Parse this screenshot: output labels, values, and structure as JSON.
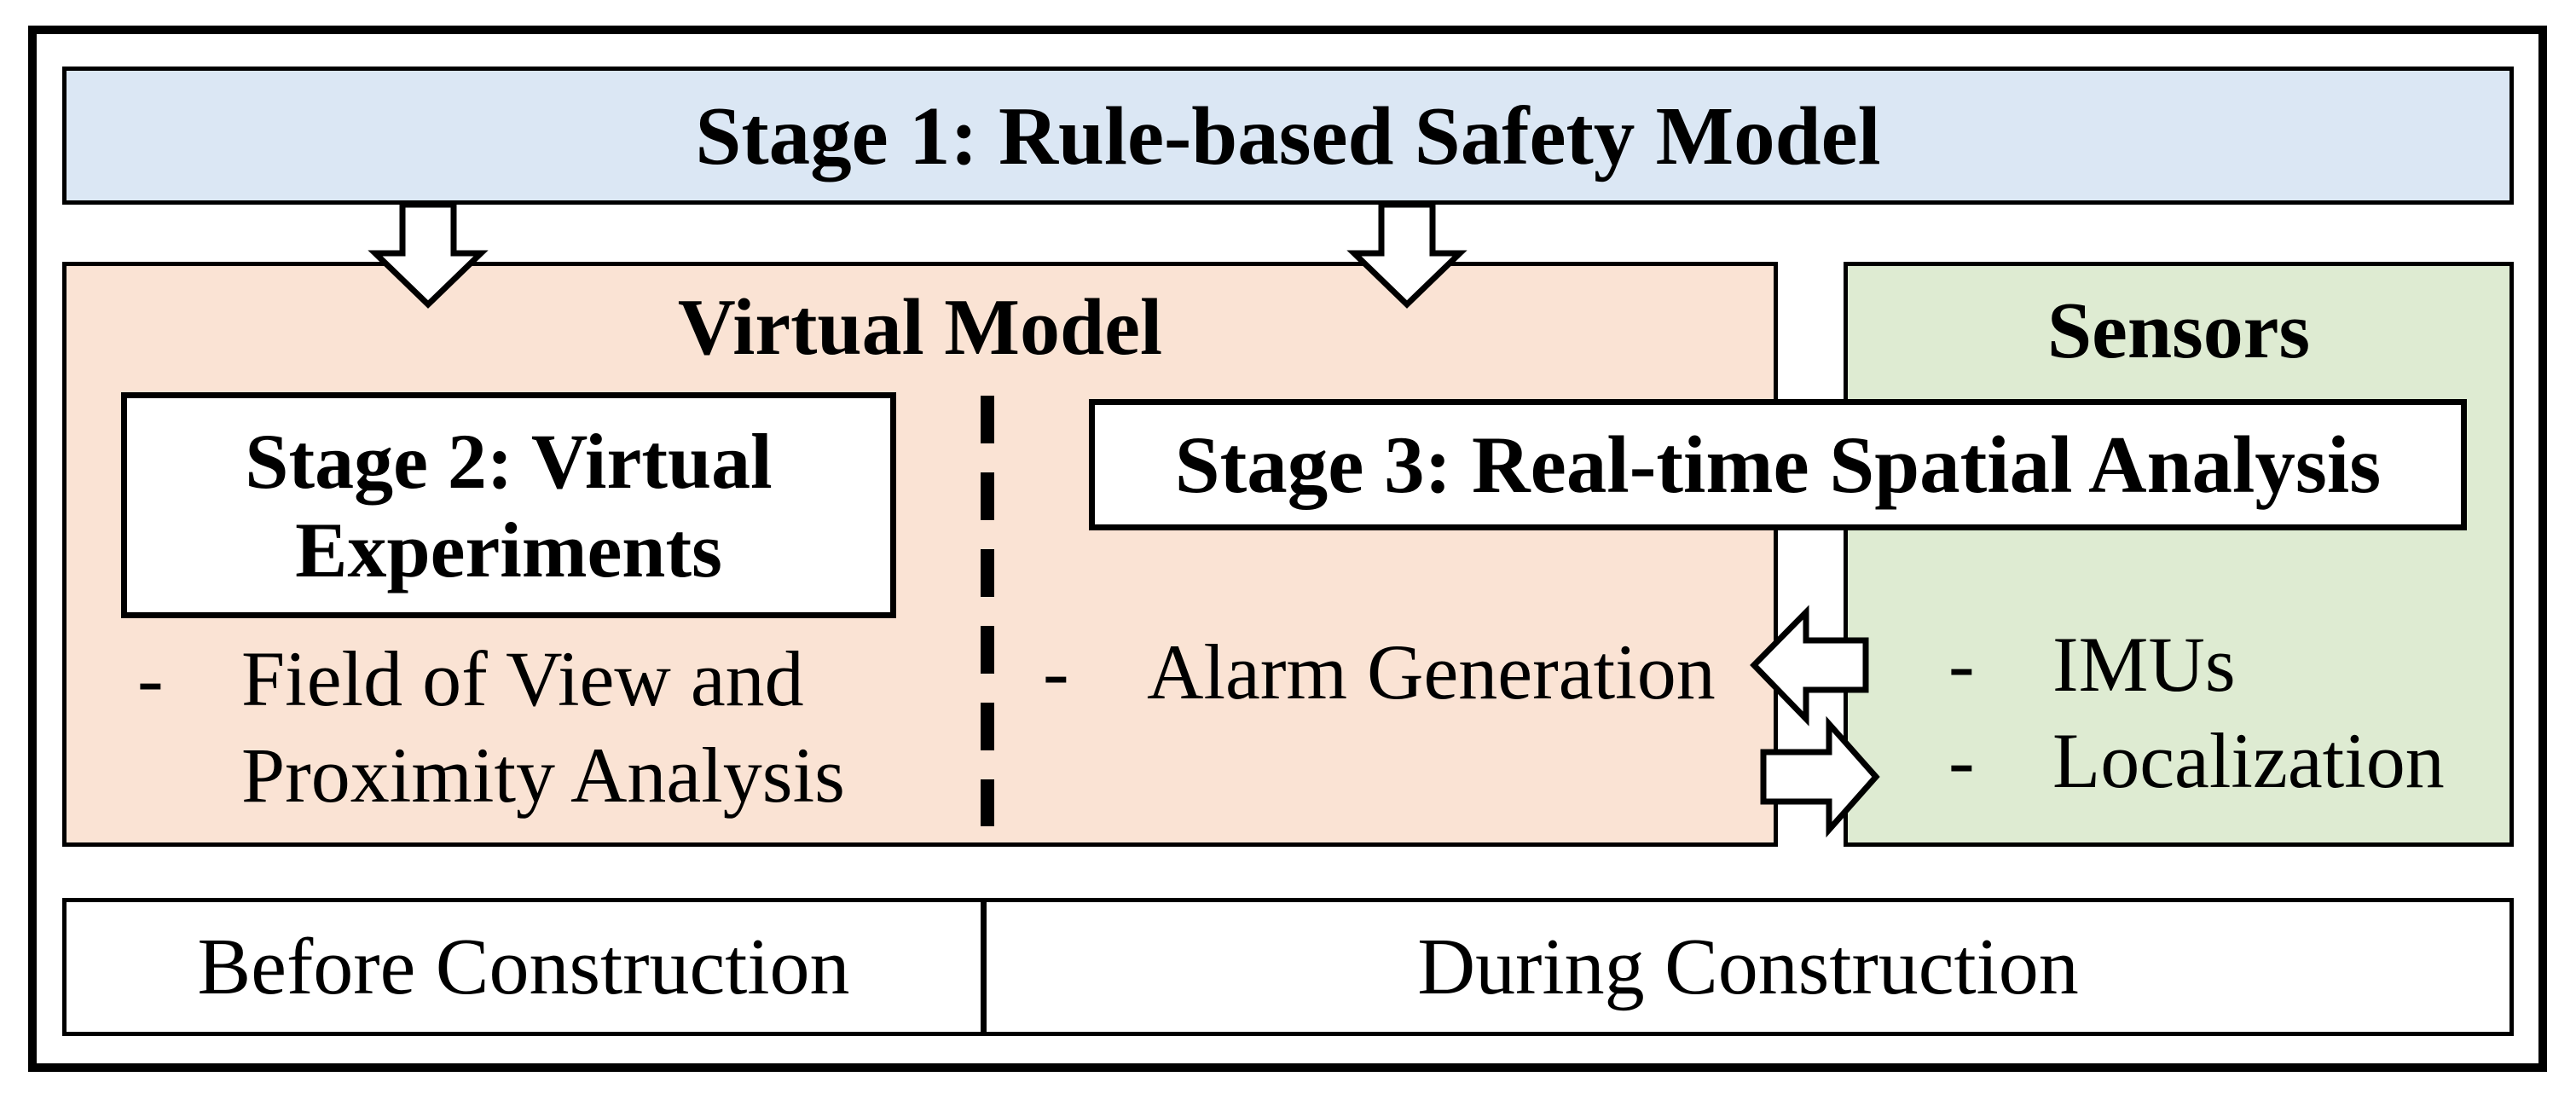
{
  "diagram": {
    "bullet_char": "-",
    "stage1": {
      "title": "Stage 1: Rule-based Safety Model"
    },
    "virtual_model": {
      "title": "Virtual Model",
      "stage2": {
        "line1": "Stage 2: Virtual",
        "line2": "Experiments"
      },
      "stage3": {
        "title": "Stage 3: Real-time Spatial Analysis"
      },
      "bullets": {
        "fov": {
          "line1": "Field of View and",
          "line2": "Proximity Analysis"
        },
        "alarm": "Alarm Generation"
      }
    },
    "sensors": {
      "title": "Sensors",
      "bullets": {
        "imus": "IMUs",
        "localization": "Localization"
      }
    },
    "timeline": {
      "before": "Before Construction",
      "during": "During Construction"
    }
  },
  "colors": {
    "stage1-bg": "#dbe7f4",
    "virtual-model-bg": "#fae3d4",
    "sensors-bg": "#deebd2",
    "border": "#000000",
    "arrow-fill": "#ffffff"
  }
}
